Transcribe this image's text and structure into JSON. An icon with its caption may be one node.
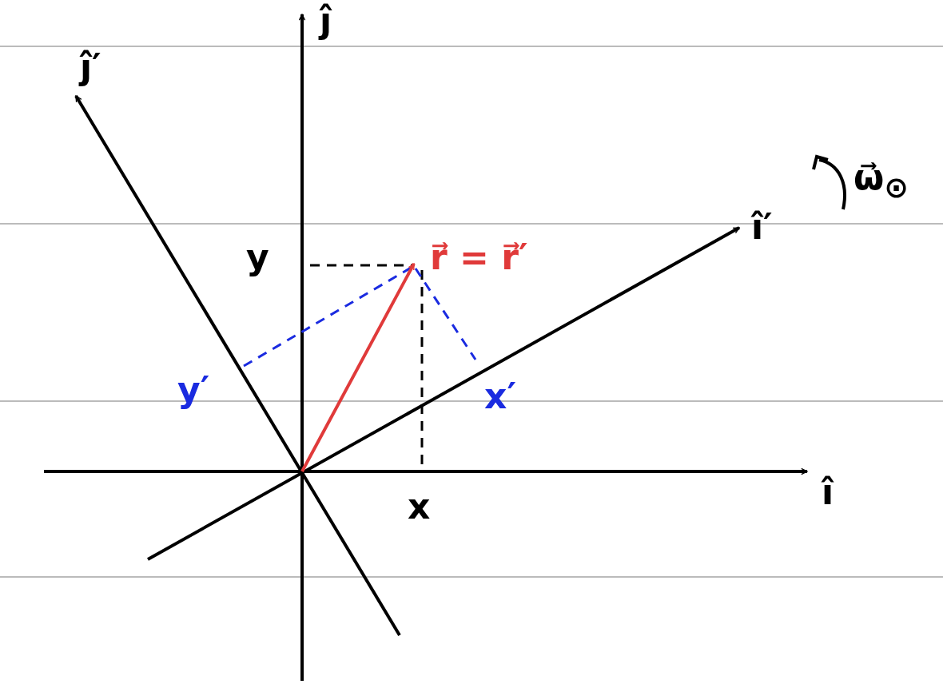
{
  "diagram": {
    "labels": [
      "ĵ",
      "ĵ′",
      "ω⃗$_{⊙}$",
      "î′",
      "y",
      "r⃗ = r⃗′",
      "y′",
      "x′",
      "î",
      "x"
    ]
  }
}
